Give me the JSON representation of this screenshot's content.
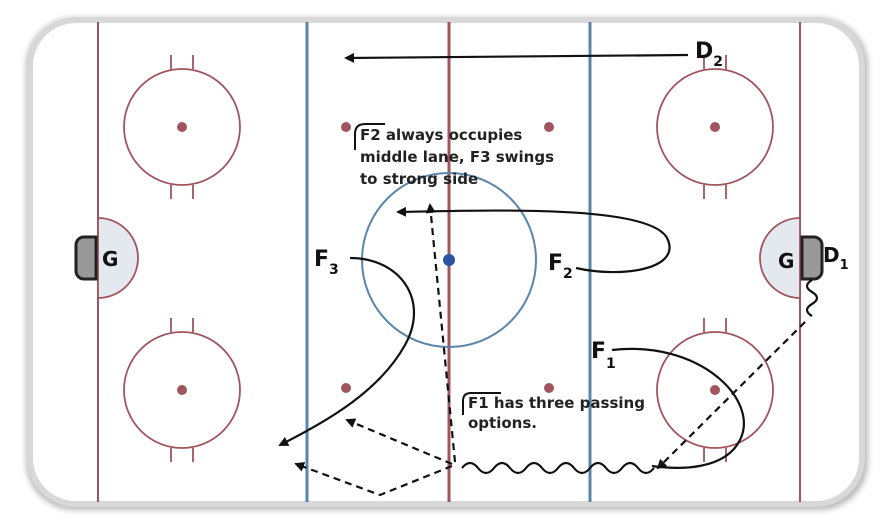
{
  "players": {
    "d2": {
      "main": "D",
      "sub": "2"
    },
    "d1": {
      "main": "D",
      "sub": "1"
    },
    "f1": {
      "main": "F",
      "sub": "1"
    },
    "f2": {
      "main": "F",
      "sub": "2"
    },
    "f3": {
      "main": "F",
      "sub": "3"
    },
    "goalie_left": "G",
    "goalie_right": "G"
  },
  "notes": {
    "f2_line1": "F2 always occupies",
    "f2_line2": "middle lane, F3 swings",
    "f2_line3": "to strong side",
    "f1_line1": "F1 has three passing",
    "f1_line2": "options."
  },
  "colors": {
    "red_line": "#a0555e",
    "blue_line": "#5a86ab",
    "rink_border": "#c8c8c8"
  }
}
